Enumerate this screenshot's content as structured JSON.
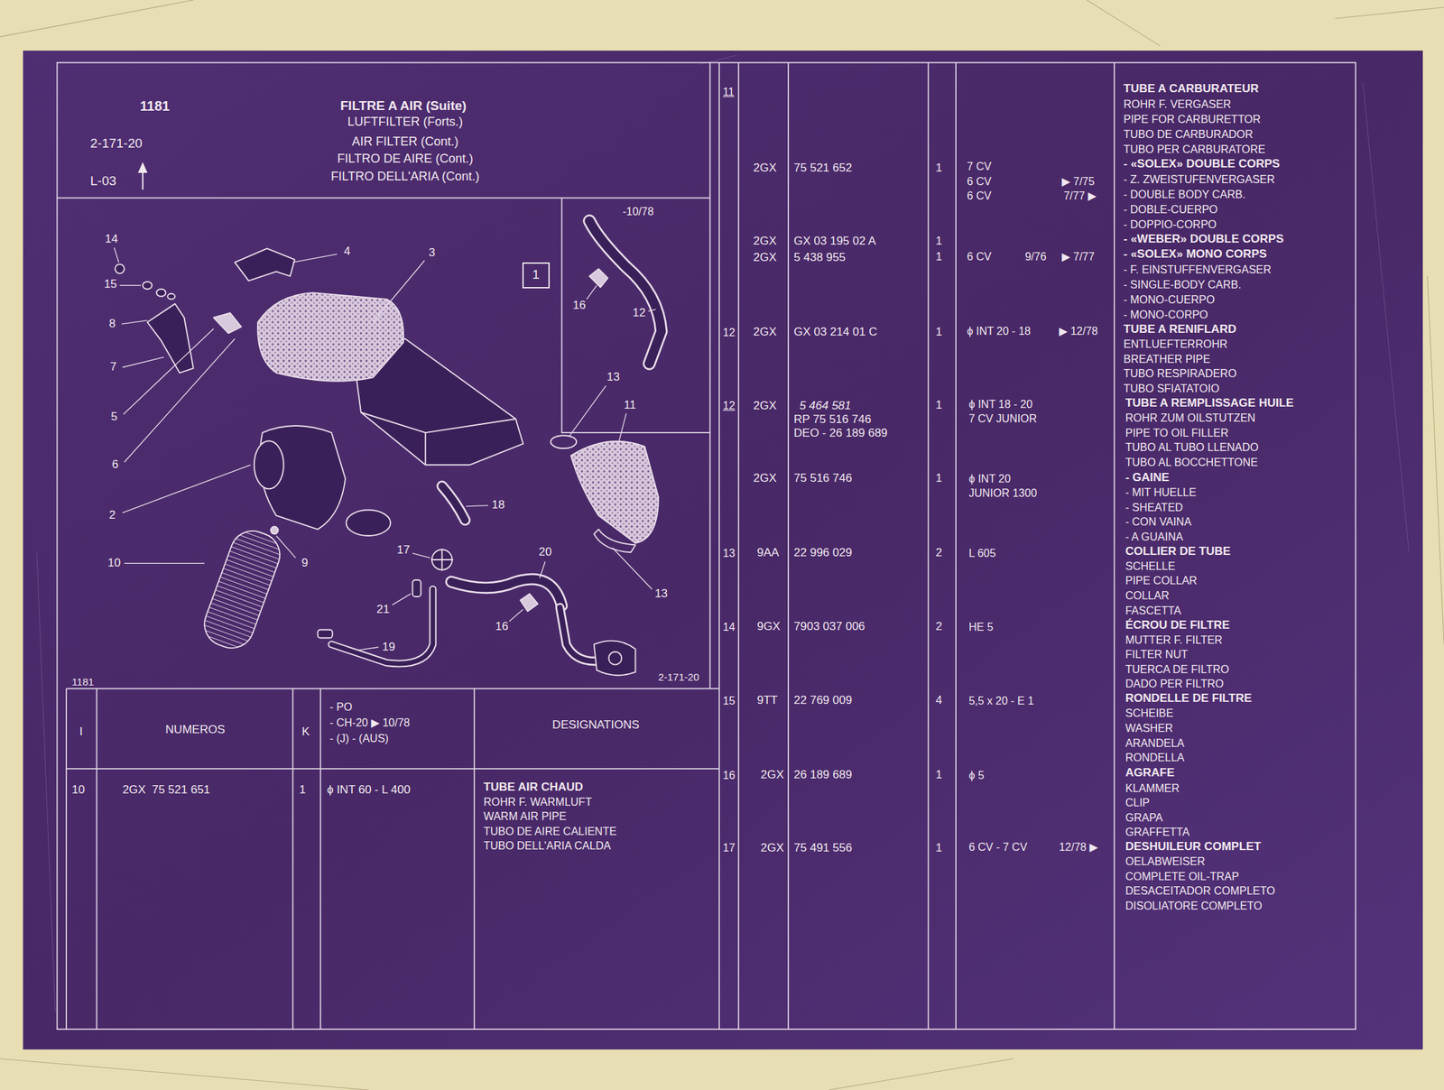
{
  "diagram": {
    "title": "FILTRE A AIR (Suite)",
    "nodes": [
      {
        "text": [
          "1"
        ]
      }
    ],
    "labels": [
      "1181",
      "2-171-20",
      "L-03",
      "LUFTFILTER (Forts.)",
      "AIR FILTER (Cont.)",
      "FILTRO DE AIRE (Cont.)",
      "FILTRO DELL'ARIA (Cont.)",
      "14",
      "4",
      "3",
      "15",
      "8",
      "7",
      "5",
      "6",
      "2",
      "10",
      "9",
      "16",
      "12",
      "13",
      "11",
      "18",
      "17",
      "20",
      "13",
      "16",
      "21",
      "19",
      "-10/78",
      "1181",
      "2-171-20",
      "I",
      "NUMEROS",
      "K",
      "- PO",
      "- CH-20 ▶ 10/78",
      "- (J) - (AUS)",
      "DESIGNATIONS",
      "10",
      "2GX",
      "75 521 651",
      "1",
      "ϕ INT 60 - L 400",
      "TUBE AIR CHAUD",
      "ROHR F. WARMLUFT",
      "WARM AIR PIPE",
      "TUBO DE AIRE CALIENTE",
      "TUBO DELL'ARIA CALDA",
      "11",
      "2GX",
      "75 521 652",
      "1",
      "7 CV",
      "6 CV",
      "▶ 7/75",
      "6 CV",
      "7/77 ▶",
      "2GX",
      "GX 03 195 02 A",
      "1",
      "2GX",
      "5 438 955",
      "1",
      "6 CV",
      "9/76",
      "▶ 7/77",
      "TUBE A CARBURATEUR",
      "ROHR F. VERGASER",
      "PIPE FOR CARBURETTOR",
      "TUBO DE CARBURADOR",
      "TUBO PER CARBURATORE",
      "- «SOLEX» DOUBLE CORPS",
      "- Z. ZWEISTUFENVERGASER",
      "- DOUBLE BODY CARB.",
      "- DOBLE-CUERPO",
      "- DOPPIO-CORPO",
      "- «WEBER» DOUBLE CORPS",
      "- «SOLEX» MONO CORPS",
      "- F. EINSTUFFENVERGASER",
      "- SINGLE-BODY CARB.",
      "- MONO-CUERPO",
      "- MONO-CORPO",
      "12",
      "2GX",
      "GX 03 214 01 C",
      "1",
      "ϕ INT 20 - 18",
      "▶ 12/78",
      "TUBE A RENIFLARD",
      "ENTLUEFTERROHR",
      "BREATHER PIPE",
      "TUBO RESPIRADERO",
      "TUBO SFIATATOIO",
      "12",
      "2GX",
      "5 464 581",
      "RP 75 516 746",
      "DEO - 26 189 689",
      "1",
      "ϕ INT 18 - 20",
      "7 CV JUNIOR",
      "TUBE A REMPLISSAGE HUILE",
      "ROHR ZUM OILSTUTZEN",
      "PIPE TO OIL FILLER",
      "TUBO AL TUBO LLENADO",
      "TUBO AL BOCCHETTONE",
      "2GX",
      "75 516 746",
      "1",
      "ϕ INT 20",
      "JUNIOR 1300",
      "- GAINE",
      "- MIT HUELLE",
      "- SHEATED",
      "- CON VAINA",
      "- A GUAINA",
      "13",
      "9AA",
      "22 996 029",
      "2",
      "L 605",
      "COLLIER DE TUBE",
      "SCHELLE",
      "PIPE COLLAR",
      "COLLAR",
      "FASCETTA",
      "14",
      "9GX",
      "7903 037 006",
      "2",
      "HE 5",
      "ÉCROU DE FILTRE",
      "MUTTER F. FILTER",
      "FILTER NUT",
      "TUERCA DE FILTRO",
      "DADO PER FILTRO",
      "15",
      "9TT",
      "22 769 009",
      "4",
      "5,5 x 20 - E 1",
      "RONDELLE DE FILTRE",
      "SCHEIBE",
      "WASHER",
      "ARANDELA",
      "RONDELLA",
      "16",
      "2GX",
      "26 189 689",
      "1",
      "ϕ 5",
      "AGRAFE",
      "KLAMMER",
      "CLIP",
      "GRAPA",
      "GRAFFETTA",
      "17",
      "2GX",
      "75 491 556",
      "1",
      "6 CV - 7 CV",
      "12/78 ▶",
      "DESHUILEUR COMPLET",
      "OELABWEISER",
      "COMPLETE OIL-TRAP",
      "DESACEITADOR COMPLETO",
      "DISOLIATORE COMPLETO"
    ]
  }
}
